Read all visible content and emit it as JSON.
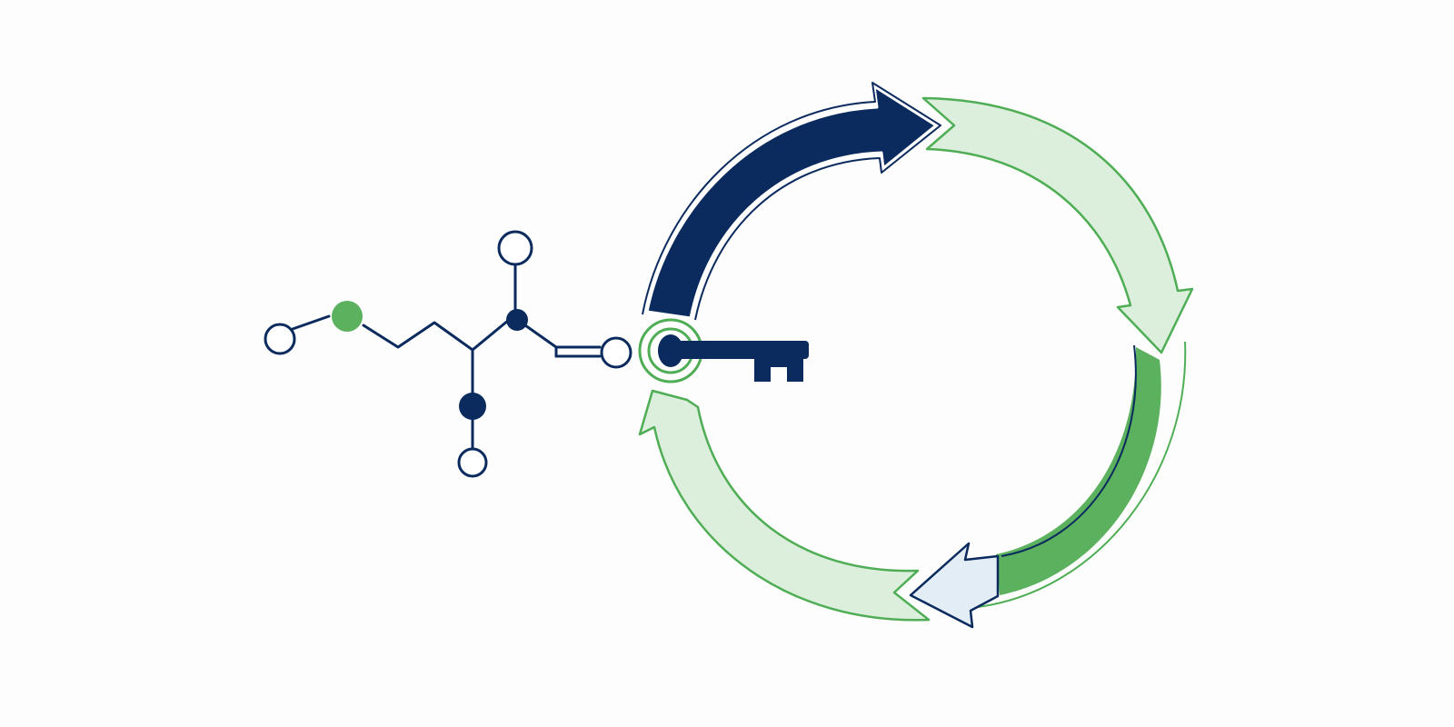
{
  "colors": {
    "background": "#fdfdfd",
    "navy": "#0b2a5e",
    "green": "#5bb15e",
    "green_outline": "#4fae55",
    "light_green": "#dcefdc",
    "light_blue": "#e3edf6",
    "white": "#ffffff"
  },
  "molecule": {
    "atoms": [
      {
        "id": "a1",
        "style": "hollow-navy"
      },
      {
        "id": "a2",
        "style": "filled-green"
      },
      {
        "id": "a3",
        "style": "filled-navy"
      },
      {
        "id": "a4",
        "style": "hollow-navy"
      },
      {
        "id": "a5",
        "style": "filled-navy"
      },
      {
        "id": "a6",
        "style": "hollow-navy"
      },
      {
        "id": "a7",
        "style": "hollow-navy"
      }
    ],
    "double_bond": true
  },
  "cycle": {
    "arrows": [
      {
        "id": "top-left",
        "fill": "navy"
      },
      {
        "id": "top-right",
        "fill": "light_green"
      },
      {
        "id": "bottom-right",
        "fill": "green"
      },
      {
        "id": "bottom-left",
        "fill": "light_green"
      }
    ]
  },
  "key": {
    "icon": "key-icon",
    "fill": "navy",
    "ring": "green-target-ring"
  }
}
